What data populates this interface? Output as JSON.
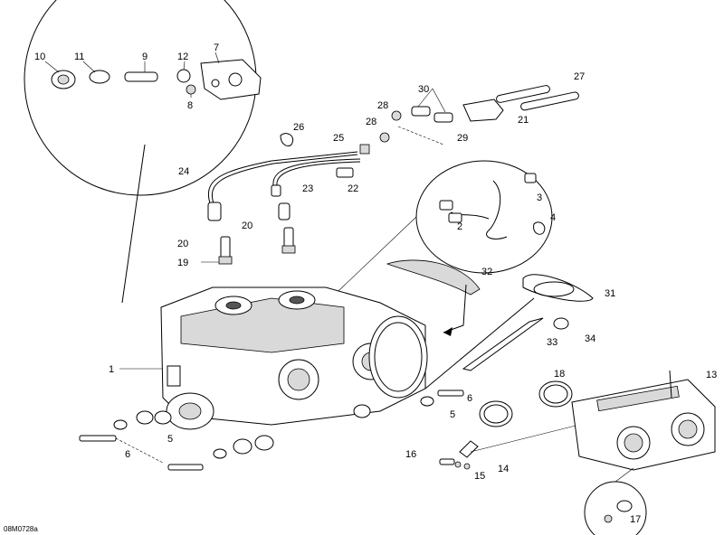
{
  "diagram_code": "08M0728a",
  "callouts": [
    {
      "label": "1"
    },
    {
      "label": "2"
    },
    {
      "label": "3"
    },
    {
      "label": "4"
    },
    {
      "label": "5"
    },
    {
      "label": "5"
    },
    {
      "label": "6"
    },
    {
      "label": "6"
    },
    {
      "label": "7"
    },
    {
      "label": "8"
    },
    {
      "label": "9"
    },
    {
      "label": "10"
    },
    {
      "label": "11"
    },
    {
      "label": "12"
    },
    {
      "label": "13"
    },
    {
      "label": "14"
    },
    {
      "label": "15"
    },
    {
      "label": "16"
    },
    {
      "label": "17"
    },
    {
      "label": "18"
    },
    {
      "label": "19"
    },
    {
      "label": "20"
    },
    {
      "label": "20"
    },
    {
      "label": "21"
    },
    {
      "label": "22"
    },
    {
      "label": "23"
    },
    {
      "label": "24"
    },
    {
      "label": "25"
    },
    {
      "label": "26"
    },
    {
      "label": "27"
    },
    {
      "label": "28"
    },
    {
      "label": "28"
    },
    {
      "label": "29"
    },
    {
      "label": "30"
    },
    {
      "label": "31"
    },
    {
      "label": "32"
    },
    {
      "label": "33"
    },
    {
      "label": "34"
    }
  ]
}
